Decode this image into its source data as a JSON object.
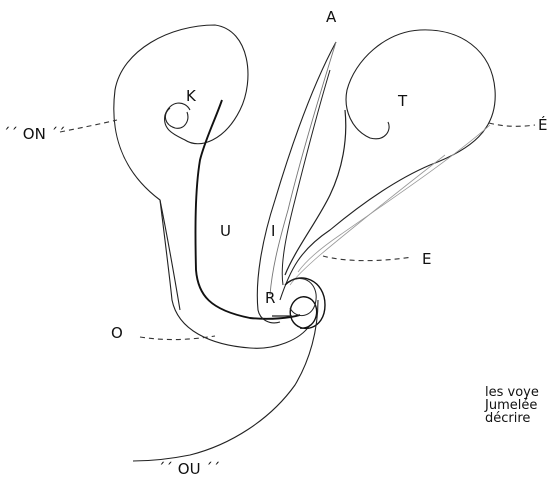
{
  "labels": {
    "a": "A",
    "k": "K",
    "t": "T",
    "on": "´´ ON ´´",
    "e_acute": "É",
    "u": "U",
    "i": "I",
    "e": "E",
    "r": "R",
    "o": "O",
    "ou": "´´ OU ´´"
  },
  "caption": {
    "line1": "les voye",
    "line2": "Jumelée",
    "line3": "décrire"
  }
}
